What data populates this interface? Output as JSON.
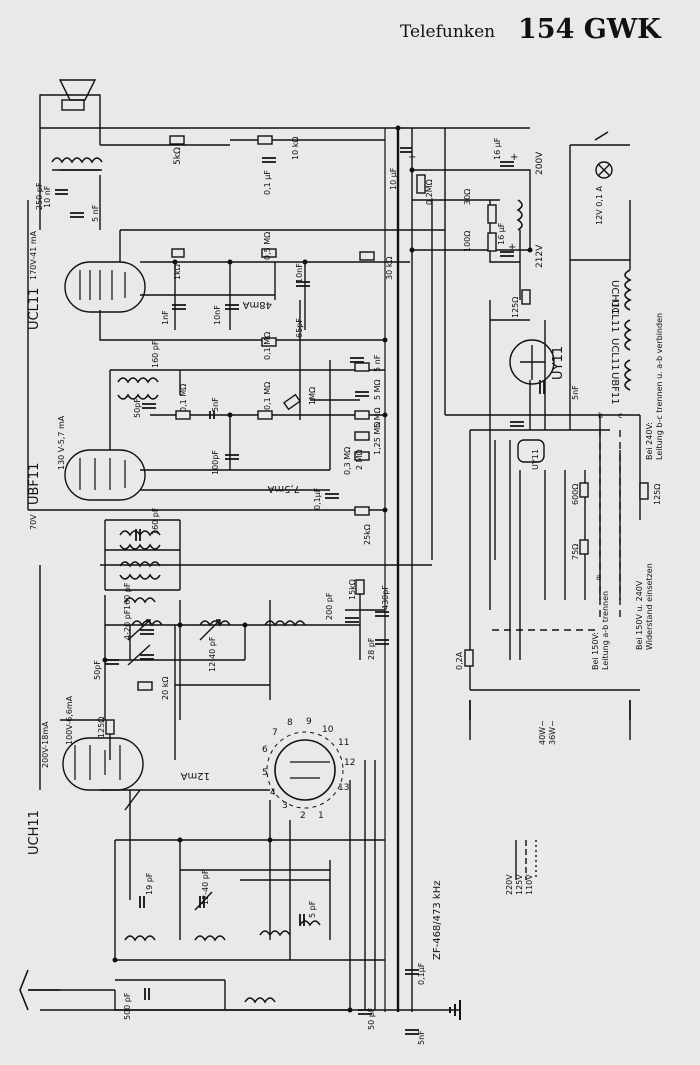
{
  "header": {
    "brand": "Telefunken",
    "model": "154 GWK"
  },
  "tubes": {
    "ucl11_top": "UCL11",
    "ubf11": "UBF11",
    "uch11": "UCH11",
    "uy11": "UY11",
    "uy11_small": "UY11",
    "ucl11_right": "UCL11",
    "ucl11_side": "UCL11",
    "ubf11_right": "UBF11",
    "uch11_right": "UCH11"
  },
  "labels": {
    "r_5k": "5kΩ",
    "r_10k": "10 kΩ",
    "c_01": "0,1 µF",
    "c_10u": "10 µF",
    "c_16": "16 µF",
    "c_16b": "16 µF",
    "r_02m": "0,2MΩ",
    "r_30": "30Ω",
    "r_100": "100Ω",
    "v_200": "200V",
    "v_212": "212V",
    "c_10nF": "10 nF",
    "c_250": "250 pF",
    "c_5": "5 nF",
    "cur_170": "170V-41 mA",
    "r_1k": "1kΩ",
    "r_05m": "0,5 MΩ",
    "r_30k": "30 kΩ",
    "c_10nF2": "10nF",
    "c_1nF": "1nF",
    "c_10nF3": "10nF",
    "ma_48": "48mA",
    "r_01m": "0,1 MΩ",
    "c_65": "65pF",
    "c_5nf2": "5 nF",
    "r_5m": "5 MΩ",
    "r_125": "125Ω",
    "c_160": "160 pF",
    "c_50": "50pF",
    "r_01m2": "0,1 MΩ",
    "c_5nf3": "5nF",
    "r_01m3": "0,1 MΩ",
    "r_1m": "1MΩ",
    "r_5m2": "5 MΩ",
    "r_125b": "1,25 MΩ",
    "r_03": "0,3 MΩ",
    "r_2": "2 MΩ",
    "c_100": "100pF",
    "ma_75": "7,5mA",
    "cur_130": "130 V-5,7 mA",
    "c_01b": "0,1µF",
    "r_25k": "25kΩ",
    "v_70": "70V",
    "c_160b": "160 pF",
    "c_160c": "160 pF",
    "c_4_20": "4-20 pF",
    "r_15k": "15kΩ",
    "c_430": "430pF",
    "c_200": "200 pF",
    "c_28": "28 pF",
    "c_12_40": "12-40 pF",
    "c_50b": "50pF",
    "r_20k": "20 kΩ",
    "cur_100": "100V-6,6mA",
    "r_125c": "125Ω",
    "cur_200": "200V-18mA",
    "ma_12": "12mA",
    "c_19": "19 pF",
    "c_12_40b": "12-40 pF",
    "c_5pf": "5 pF",
    "c_500": "500 pF",
    "c_50c": "50 pF",
    "c_01uf": "0,1µF",
    "c_5nf4": "5nF",
    "zf": "ZF-468/473 kHz",
    "c_5nf5": "5nF",
    "r_600": "600Ω",
    "r_75": "75Ω",
    "fuse_02": "0,2A",
    "w_40": "40W~",
    "w_36": "36W~",
    "lamp": "12V 0,1 A",
    "bei240": "Bei 240V:",
    "bei240b": "Leitung b-c trennen u. a-b verbinden",
    "r_125d": "125Ω",
    "bei150": "Bei 150V:",
    "bei150b": "Leitung a-b trennen",
    "bei150c": "Bei 150V u. 240V",
    "bei150d": "Widerstand einsetzen",
    "a": "a",
    "b": "b",
    "c": "c",
    "plus1": "+",
    "plus2": "+",
    "plus3": "+"
  },
  "legend": {
    "l220": "220V",
    "l125": "125V",
    "l110": "110V"
  },
  "switch_pins": [
    "1",
    "2",
    "3",
    "4",
    "5",
    "6",
    "7",
    "8",
    "9",
    "10",
    "11",
    "12",
    "13"
  ]
}
